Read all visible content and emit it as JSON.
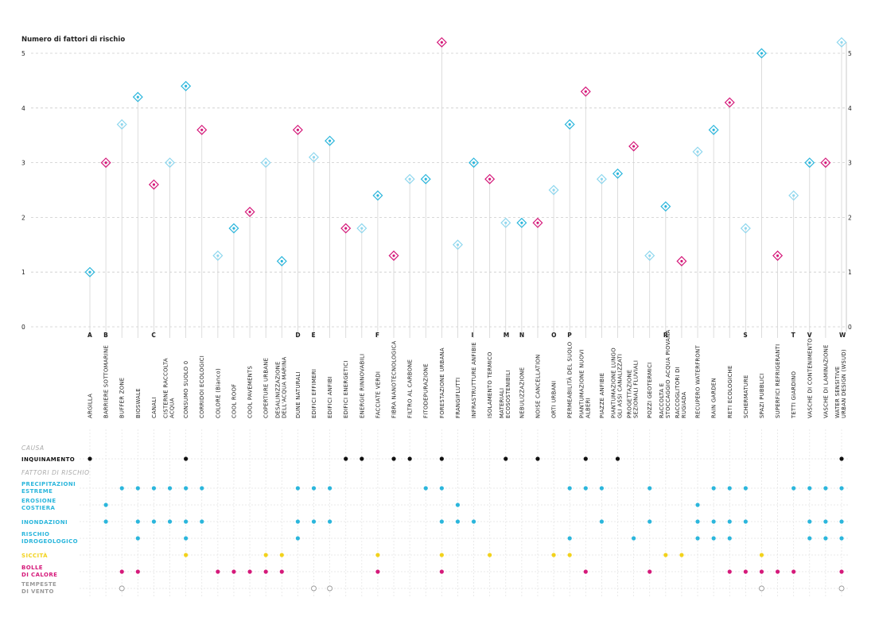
{
  "chart_data": {
    "type": "scatter",
    "ylabel": "Numero di fattori di rischio",
    "ylim": [
      0,
      5
    ],
    "yticks": [
      "0",
      "1",
      "2",
      "3",
      "4",
      "5"
    ],
    "grid": true,
    "colors": {
      "cyan": "#2bb6dc",
      "magenta": "#d5197a",
      "yellow": "#f2d21c",
      "black": "#111111",
      "grey": "#9a9a9a",
      "line": "#cccccc"
    },
    "solutions": [
      {
        "label": "ARGILLA",
        "letter": "A",
        "value": 1
      },
      {
        "label": "BARRIERE SOTTOMARINE",
        "letter": "B",
        "value": 3
      },
      {
        "label": "BUFFER ZONE",
        "letter": "",
        "value": 3.7
      },
      {
        "label": "BIOSWALE",
        "letter": "",
        "value": 4.2
      },
      {
        "label": "CANALI",
        "letter": "C",
        "value": 2.6
      },
      {
        "label": "CISTERNE RACCOLTA ACQUA",
        "letter": "",
        "value": 3
      },
      {
        "label": "CONSUMO SUOLO 0",
        "letter": "",
        "value": 4.4
      },
      {
        "label": "CORRIDOI ECOLOGICI",
        "letter": "",
        "value": 3.6
      },
      {
        "label": "COLORE (Bianco)",
        "letter": "",
        "value": 1.3
      },
      {
        "label": "COOL ROOF",
        "letter": "",
        "value": 1.8
      },
      {
        "label": "COOL PAVEMENTS",
        "letter": "",
        "value": 2.1
      },
      {
        "label": "COPERTURE URBANE",
        "letter": "",
        "value": 3
      },
      {
        "label": "DESALINIZZAZIONE DELL'ACQUA MARINA",
        "letter": "",
        "value": 1.2
      },
      {
        "label": "DUNE NATURALI",
        "letter": "D",
        "value": 3.6
      },
      {
        "label": "EDIFICI EFFIMERI",
        "letter": "E",
        "value": 3.1
      },
      {
        "label": "EDIFICI ANFIBI",
        "letter": "",
        "value": 3.4
      },
      {
        "label": "EDIFICI ENERGETICI",
        "letter": "",
        "value": 1.8
      },
      {
        "label": "ENERGIE RINNOVABILI",
        "letter": "",
        "value": 1.8
      },
      {
        "label": "FACCIATE VERDI",
        "letter": "F",
        "value": 2.4
      },
      {
        "label": "FIBRA NANOTECNOLOGICA",
        "letter": "",
        "value": 1.3
      },
      {
        "label": "FILTRO AL CARBONE",
        "letter": "",
        "value": 2.7
      },
      {
        "label": "FITODEPURAZIONE",
        "letter": "",
        "value": 2.7
      },
      {
        "label": "FORESTAZIONE URBANA",
        "letter": "",
        "value": 5.2
      },
      {
        "label": "FRANGIFLUTTI",
        "letter": "",
        "value": 1.5
      },
      {
        "label": "INFRASTRUTTURE ANFIBIE",
        "letter": "I",
        "value": 3
      },
      {
        "label": "ISOLAMENTO TERMICO",
        "letter": "",
        "value": 2.7
      },
      {
        "label": "MATERIALI ECOSOSTENIBILI",
        "letter": "M",
        "value": 1.9
      },
      {
        "label": "NEBULIZZAZIONE",
        "letter": "N",
        "value": 1.9
      },
      {
        "label": "NOISE CANCELLATION",
        "letter": "",
        "value": 1.9
      },
      {
        "label": "ORTI URBANI",
        "letter": "O",
        "value": 2.5
      },
      {
        "label": "PERMEABILITÀ DEL SUOLO",
        "letter": "P",
        "value": 3.7
      },
      {
        "label": "PIANTUMAZIONE NUOVI ALBERI",
        "letter": "",
        "value": 4.3
      },
      {
        "label": "PIAZZE ANFIBIE",
        "letter": "",
        "value": 2.7
      },
      {
        "label": "PIANTUMAZIONE LUNGO GLI ASSI CANALIZZATI",
        "letter": "",
        "value": 2.8
      },
      {
        "label": "PROGETTAZIONE SEZIONALI FLUVIALI",
        "letter": "",
        "value": 3.3
      },
      {
        "label": "POZZI GEOTERMICI",
        "letter": "",
        "value": 1.3
      },
      {
        "label": "RACCOLTA E STOCCAGGIO ACQUA PIOVANA",
        "letter": "R",
        "value": 2.2
      },
      {
        "label": "RACCOGLITORI DI RUGIADA",
        "letter": "",
        "value": 1.2
      },
      {
        "label": "RECUPERO WATERFRONT",
        "letter": "",
        "value": 3.2
      },
      {
        "label": "RAIN GARDEN",
        "letter": "",
        "value": 3.6
      },
      {
        "label": "RETI ECOLOGICHE",
        "letter": "",
        "value": 4.1
      },
      {
        "label": "SCHERMATURE",
        "letter": "S",
        "value": 1.8
      },
      {
        "label": "SPAZI PUBBLICI",
        "letter": "",
        "value": 5
      },
      {
        "label": "SUPERFICI REFRIGERANTI",
        "letter": "",
        "value": 1.3
      },
      {
        "label": "TETTI GIARDINO",
        "letter": "T",
        "value": 2.4
      },
      {
        "label": "VASCHE DI CONTENIMENTO",
        "letter": "V",
        "value": 3
      },
      {
        "label": "VASCHE DI LAMINAZIONE",
        "letter": "",
        "value": 3
      },
      {
        "label": "WATER SENSITIVE URBAN DESIGN (WSUD)",
        "letter": "W",
        "value": 5.2
      }
    ],
    "matrix": {
      "cause_header": "CAUSA",
      "factors_header": "FATTORI DI RISCHIO",
      "rows": [
        {
          "label": "INQUINAMENTO",
          "color": "#111111",
          "kind": "cause",
          "cols": [
            0,
            6,
            16,
            17,
            19,
            20,
            22,
            26,
            28,
            31,
            33,
            47
          ]
        },
        {
          "label": "PRECIPITAZIONI ESTREME",
          "color": "#2bb6dc",
          "kind": "factor",
          "cols": [
            2,
            3,
            4,
            5,
            6,
            7,
            13,
            14,
            15,
            21,
            22,
            30,
            31,
            32,
            35,
            39,
            40,
            41,
            44,
            45,
            46,
            47
          ]
        },
        {
          "label": "EROSIONE COSTIERA",
          "color": "#2bb6dc",
          "kind": "factor",
          "cols": [
            1,
            23,
            38
          ]
        },
        {
          "label": "INONDAZIONI",
          "color": "#2bb6dc",
          "kind": "factor",
          "cols": [
            1,
            3,
            4,
            5,
            6,
            7,
            13,
            14,
            15,
            22,
            23,
            24,
            32,
            35,
            38,
            39,
            40,
            41,
            45,
            46,
            47
          ]
        },
        {
          "label": "RISCHIO IDROGEOLOGICO",
          "color": "#2bb6dc",
          "kind": "factor",
          "cols": [
            3,
            6,
            13,
            30,
            34,
            38,
            39,
            40,
            45,
            46,
            47
          ]
        },
        {
          "label": "SICCITÀ",
          "color": "#f2d21c",
          "kind": "factor",
          "cols": [
            6,
            11,
            12,
            18,
            22,
            25,
            29,
            30,
            36,
            37,
            42
          ]
        },
        {
          "label": "BOLLE DI CALORE",
          "color": "#d5197a",
          "kind": "factor",
          "cols": [
            2,
            3,
            8,
            9,
            10,
            11,
            12,
            18,
            22,
            31,
            35,
            40,
            41,
            42,
            43,
            44,
            47
          ]
        },
        {
          "label": "TEMPESTE DI VENTO",
          "color": "#9a9a9a",
          "kind": "factor-open",
          "cols": [
            2,
            14,
            15,
            42,
            47
          ]
        }
      ]
    }
  }
}
